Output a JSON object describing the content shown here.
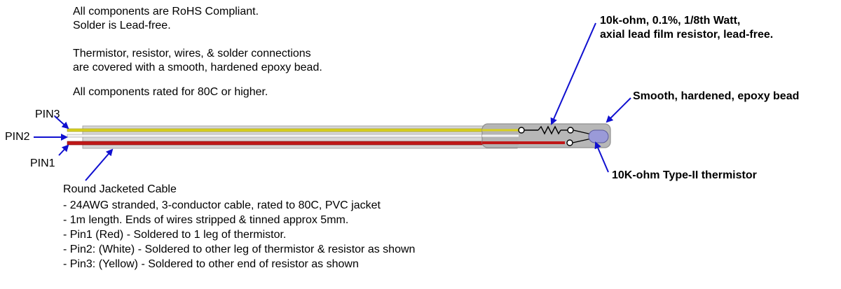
{
  "notes": {
    "line1": "All components are RoHS Compliant.",
    "line2": "Solder is Lead-free.",
    "line3": "Thermistor, resistor, wires, & solder connections",
    "line4": "are covered with a smooth, hardened epoxy bead.",
    "line5": "All components rated for 80C or higher."
  },
  "resistor_label": {
    "line1": "10k-ohm, 0.1%, 1/8th Watt,",
    "line2": "axial lead film resistor, lead-free."
  },
  "bead_label": "Smooth, hardened, epoxy bead",
  "thermistor_label": "10K-ohm Type-II thermistor",
  "pins": {
    "pin3": "PIN3",
    "pin2": "PIN2",
    "pin1": "PIN1"
  },
  "cable": {
    "title": "Round Jacketed Cable",
    "specs": [
      "- 24AWG stranded, 3-conductor cable, rated to 80C, PVC jacket",
      "- 1m length.  Ends of wires stripped & tinned approx 5mm.",
      "- Pin1 (Red) - Soldered to 1 leg of thermistor.",
      "- Pin2: (White) - Soldered to other leg of thermistor & resistor as shown",
      "- Pin3: (Yellow) - Soldered to other end of resistor as shown"
    ]
  },
  "colors": {
    "arrow": "#1010d0",
    "wire_yellow": "#d8d020",
    "wire_white": "#f4f4f4",
    "wire_red": "#c01818",
    "jacket": "#d6d6d6",
    "bead": "#b4b4b4",
    "thermistor": "#9a9ad8"
  }
}
